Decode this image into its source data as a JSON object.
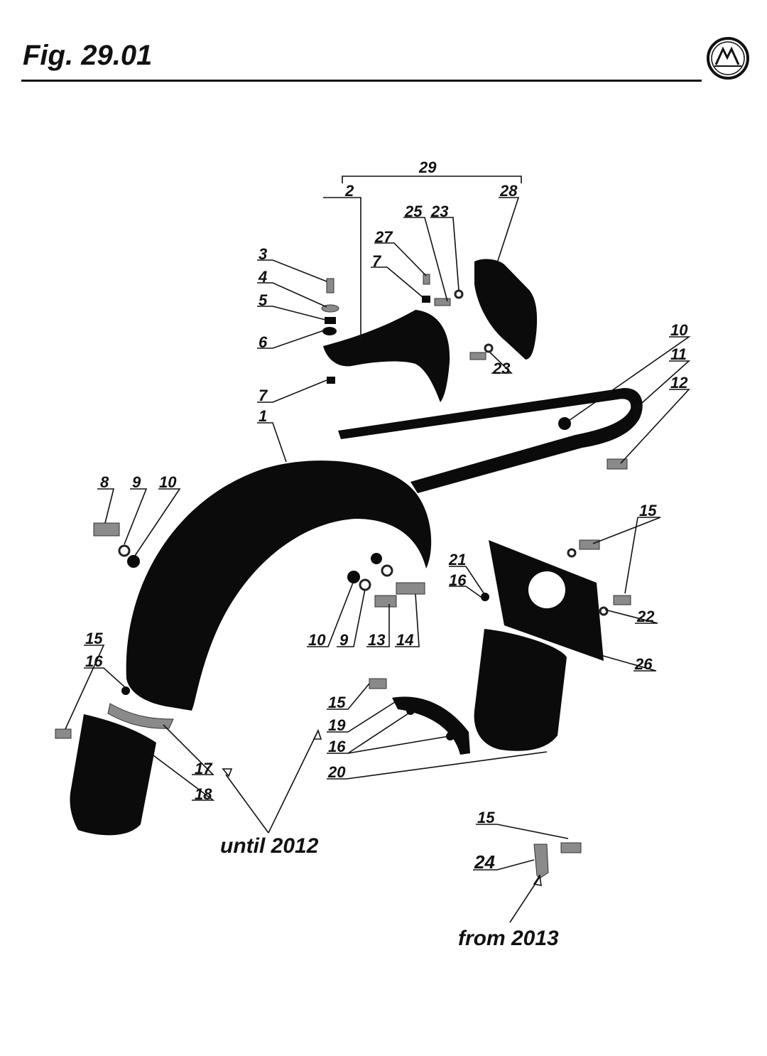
{
  "figure": {
    "title": "Fig. 29.01"
  },
  "logo": {
    "icon": "brand-emblem-icon",
    "color": "#111111"
  },
  "callouts": [
    "29",
    "2",
    "28",
    "25",
    "23",
    "27",
    "7",
    "3",
    "4",
    "5",
    "6",
    "23",
    "10",
    "11",
    "12",
    "7",
    "1",
    "8",
    "9",
    "10",
    "15",
    "21",
    "16",
    "22",
    "10",
    "9",
    "13",
    "14",
    "26",
    "15",
    "16",
    "15",
    "19",
    "16",
    "17",
    "18",
    "20",
    "15",
    "24"
  ],
  "notes": {
    "until": "until 2012",
    "from": "from 2013"
  }
}
